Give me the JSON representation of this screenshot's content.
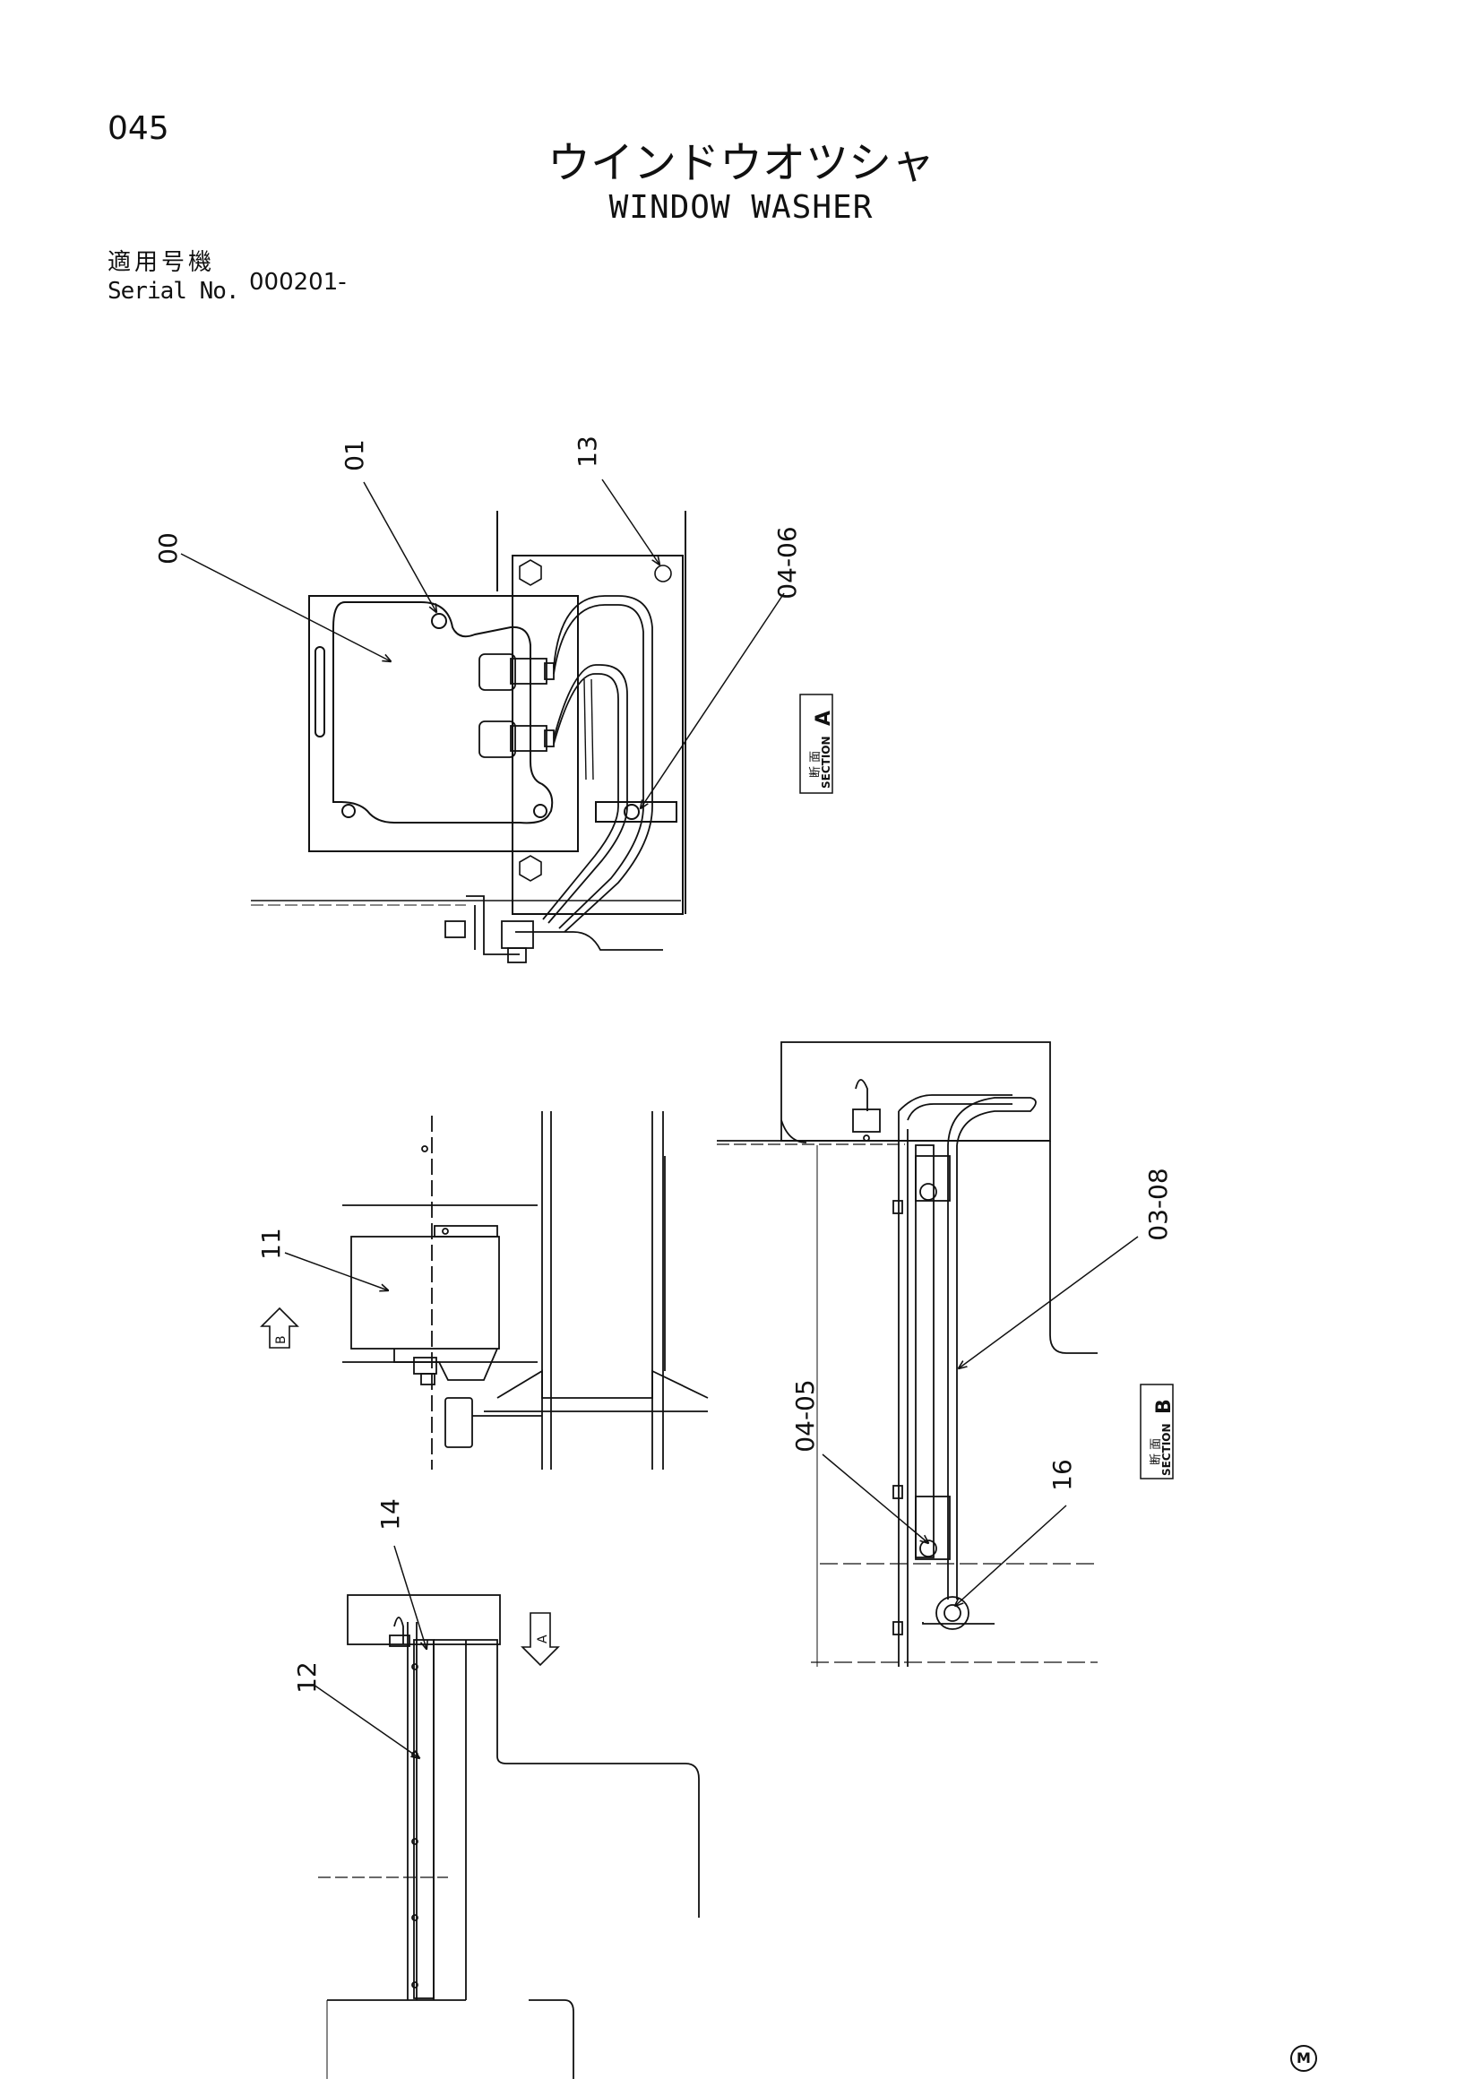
{
  "header": {
    "page_number": "045",
    "title_jp": "ウインドウオツシャ",
    "title_en": "WINDOW WASHER",
    "serial_label_jp": "適用号機",
    "serial_label_en": "Serial No.",
    "serial_value": "000201-"
  },
  "callouts": {
    "c00": "00",
    "c01": "01",
    "c13": "13",
    "c0406": "04-06",
    "c11": "11",
    "c14": "14",
    "c12": "12",
    "c0308": "03-08",
    "c0405": "04-05",
    "c16": "16"
  },
  "sections": {
    "a_jp": "断 面",
    "a_en": "SECTION",
    "a_letter": "A",
    "b_jp": "断 面",
    "b_en": "SECTION",
    "b_letter": "B"
  },
  "view_arrows": {
    "b": "B",
    "a": "A"
  },
  "footer": {
    "mark": "M"
  }
}
